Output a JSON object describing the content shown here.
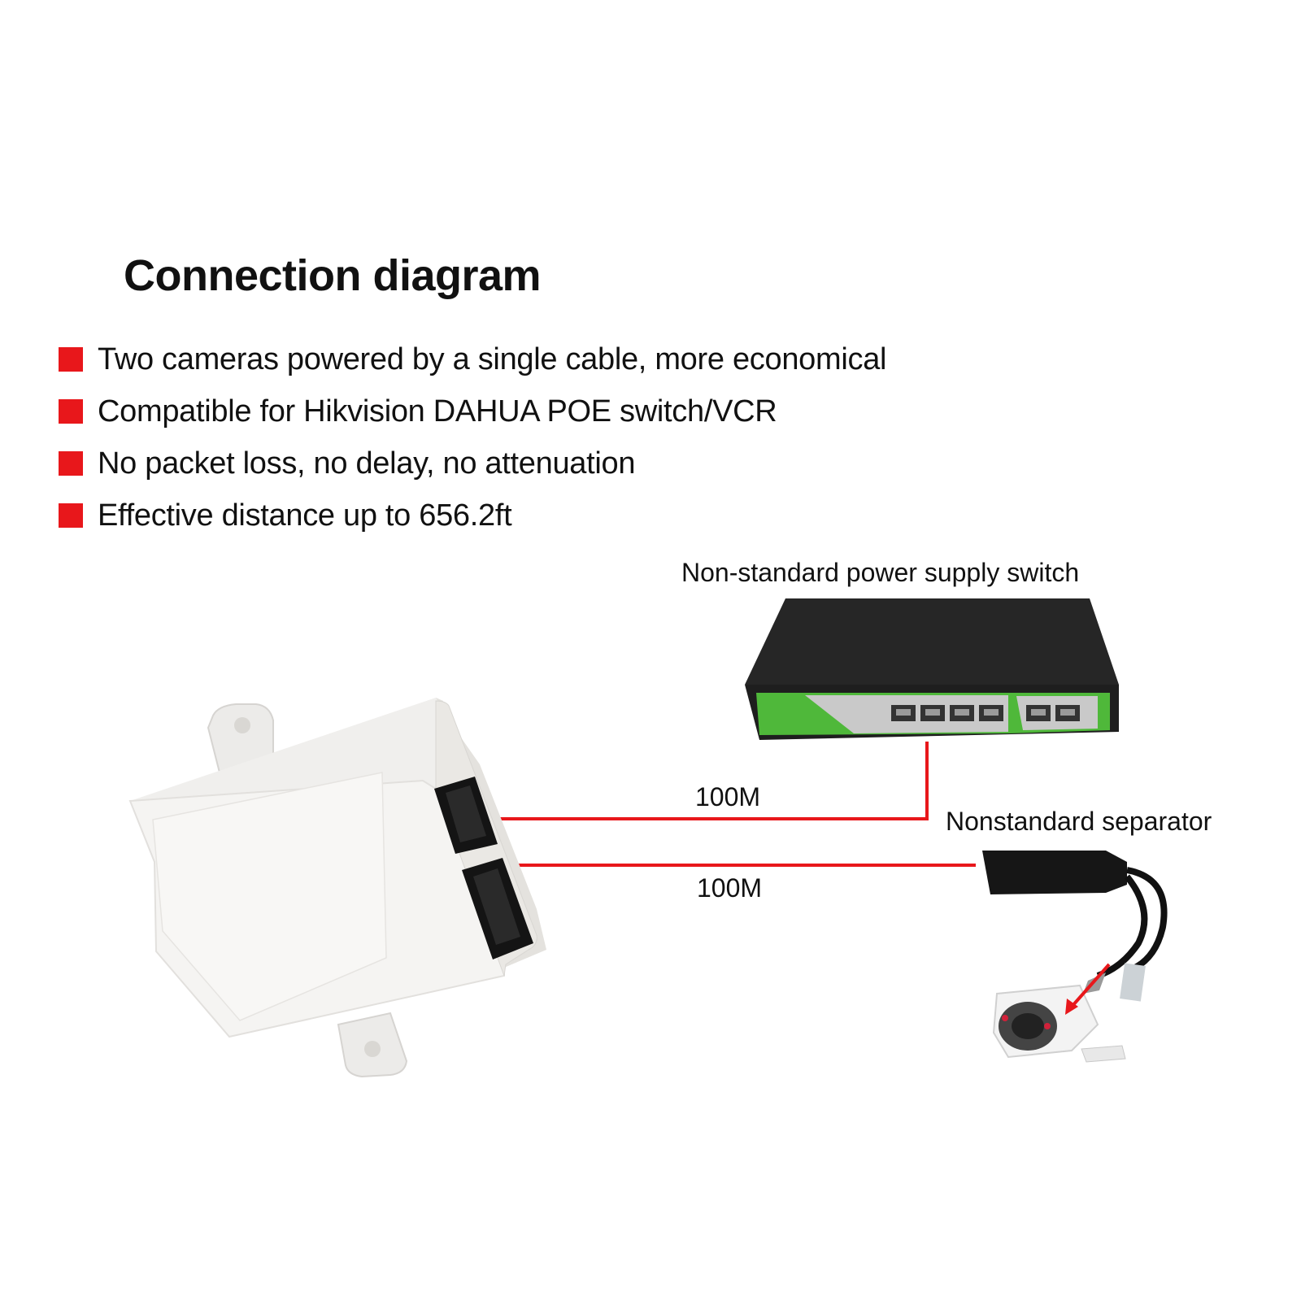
{
  "title": "Connection diagram",
  "features": [
    "Two cameras powered by a single cable, more economical",
    "Compatible for Hikvision DAHUA POE switch/VCR",
    "No packet loss, no delay, no attenuation",
    "Effective distance up to 656.2ft"
  ],
  "labels": {
    "switch": "Non-standard power supply switch",
    "separator": "Nonstandard separator",
    "link_top": "100M",
    "link_bottom": "100M"
  },
  "colors": {
    "bullet": "#e8171b",
    "cable": "#e8171b",
    "switch_body": "#2b2b2b",
    "switch_panel": "#4fb83a"
  },
  "icons": {
    "splitter": "poe-splitter-box",
    "switch": "network-switch",
    "separator": "poe-separator-adapter",
    "camera": "bullet-camera"
  }
}
